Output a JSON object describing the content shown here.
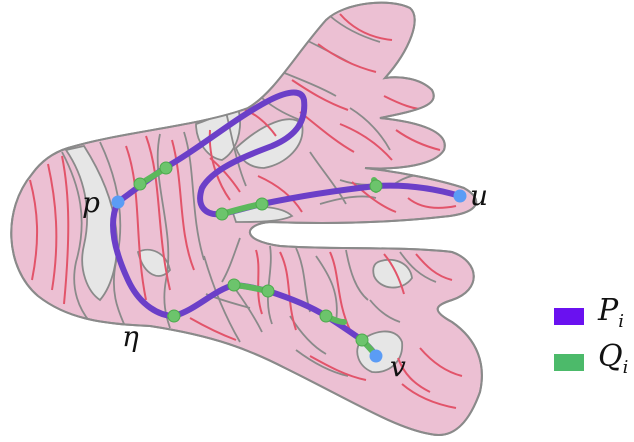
{
  "labels": {
    "p": "p",
    "u": "u",
    "v": "v",
    "eta": "η"
  },
  "legend": {
    "p_main": "P",
    "p_sub": "i",
    "q_main": "Q",
    "q_sub": "i"
  },
  "colors": {
    "region_fill": "#ecc0d3",
    "region_stroke": "#8a8a8a",
    "hole_fill": "#e6e6e6",
    "red_curve": "#e2546a",
    "gray_curve": "#8a8a8a",
    "path_P": "#6b3fc8",
    "path_Q": "#5cb85c",
    "endpoint": "#5b9cf5",
    "legend_P": "#6a11f0",
    "legend_Q": "#4cba6a"
  }
}
